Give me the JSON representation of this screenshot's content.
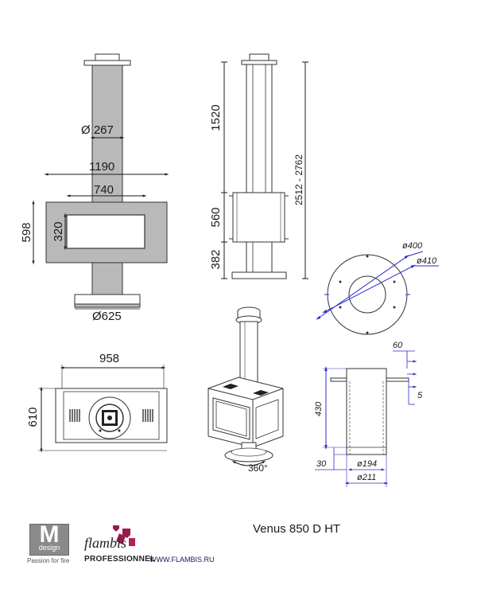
{
  "front_view": {
    "flue_diameter": "Ø 267",
    "overall_width": "1190",
    "body_width": "740",
    "body_height": "598",
    "glass_height": "320",
    "base_diameter": "Ø625"
  },
  "side_view": {
    "flue_height": "1520",
    "body_height": "560",
    "base_height": "382",
    "total_height": "2512 - 2762"
  },
  "top_view": {
    "width": "958",
    "depth": "610"
  },
  "perspective_view": {
    "rotation": "360°"
  },
  "flue_top_view": {
    "diameter_outer": "ø400",
    "diameter_inner": "ø410"
  },
  "flue_adapter": {
    "top_width": "60",
    "height": "430",
    "lip": "5",
    "base_height": "30",
    "inner_diameter": "ø194",
    "outer_diameter": "ø211"
  },
  "footer": {
    "m_letter": "M",
    "m_sub": "design",
    "tagline": "Passion for fire",
    "brand": "flambis",
    "professional": "PROFESSIONNEL",
    "url": "WWW.FLAMBIS.RU",
    "model": "Venus 850 D HT"
  }
}
